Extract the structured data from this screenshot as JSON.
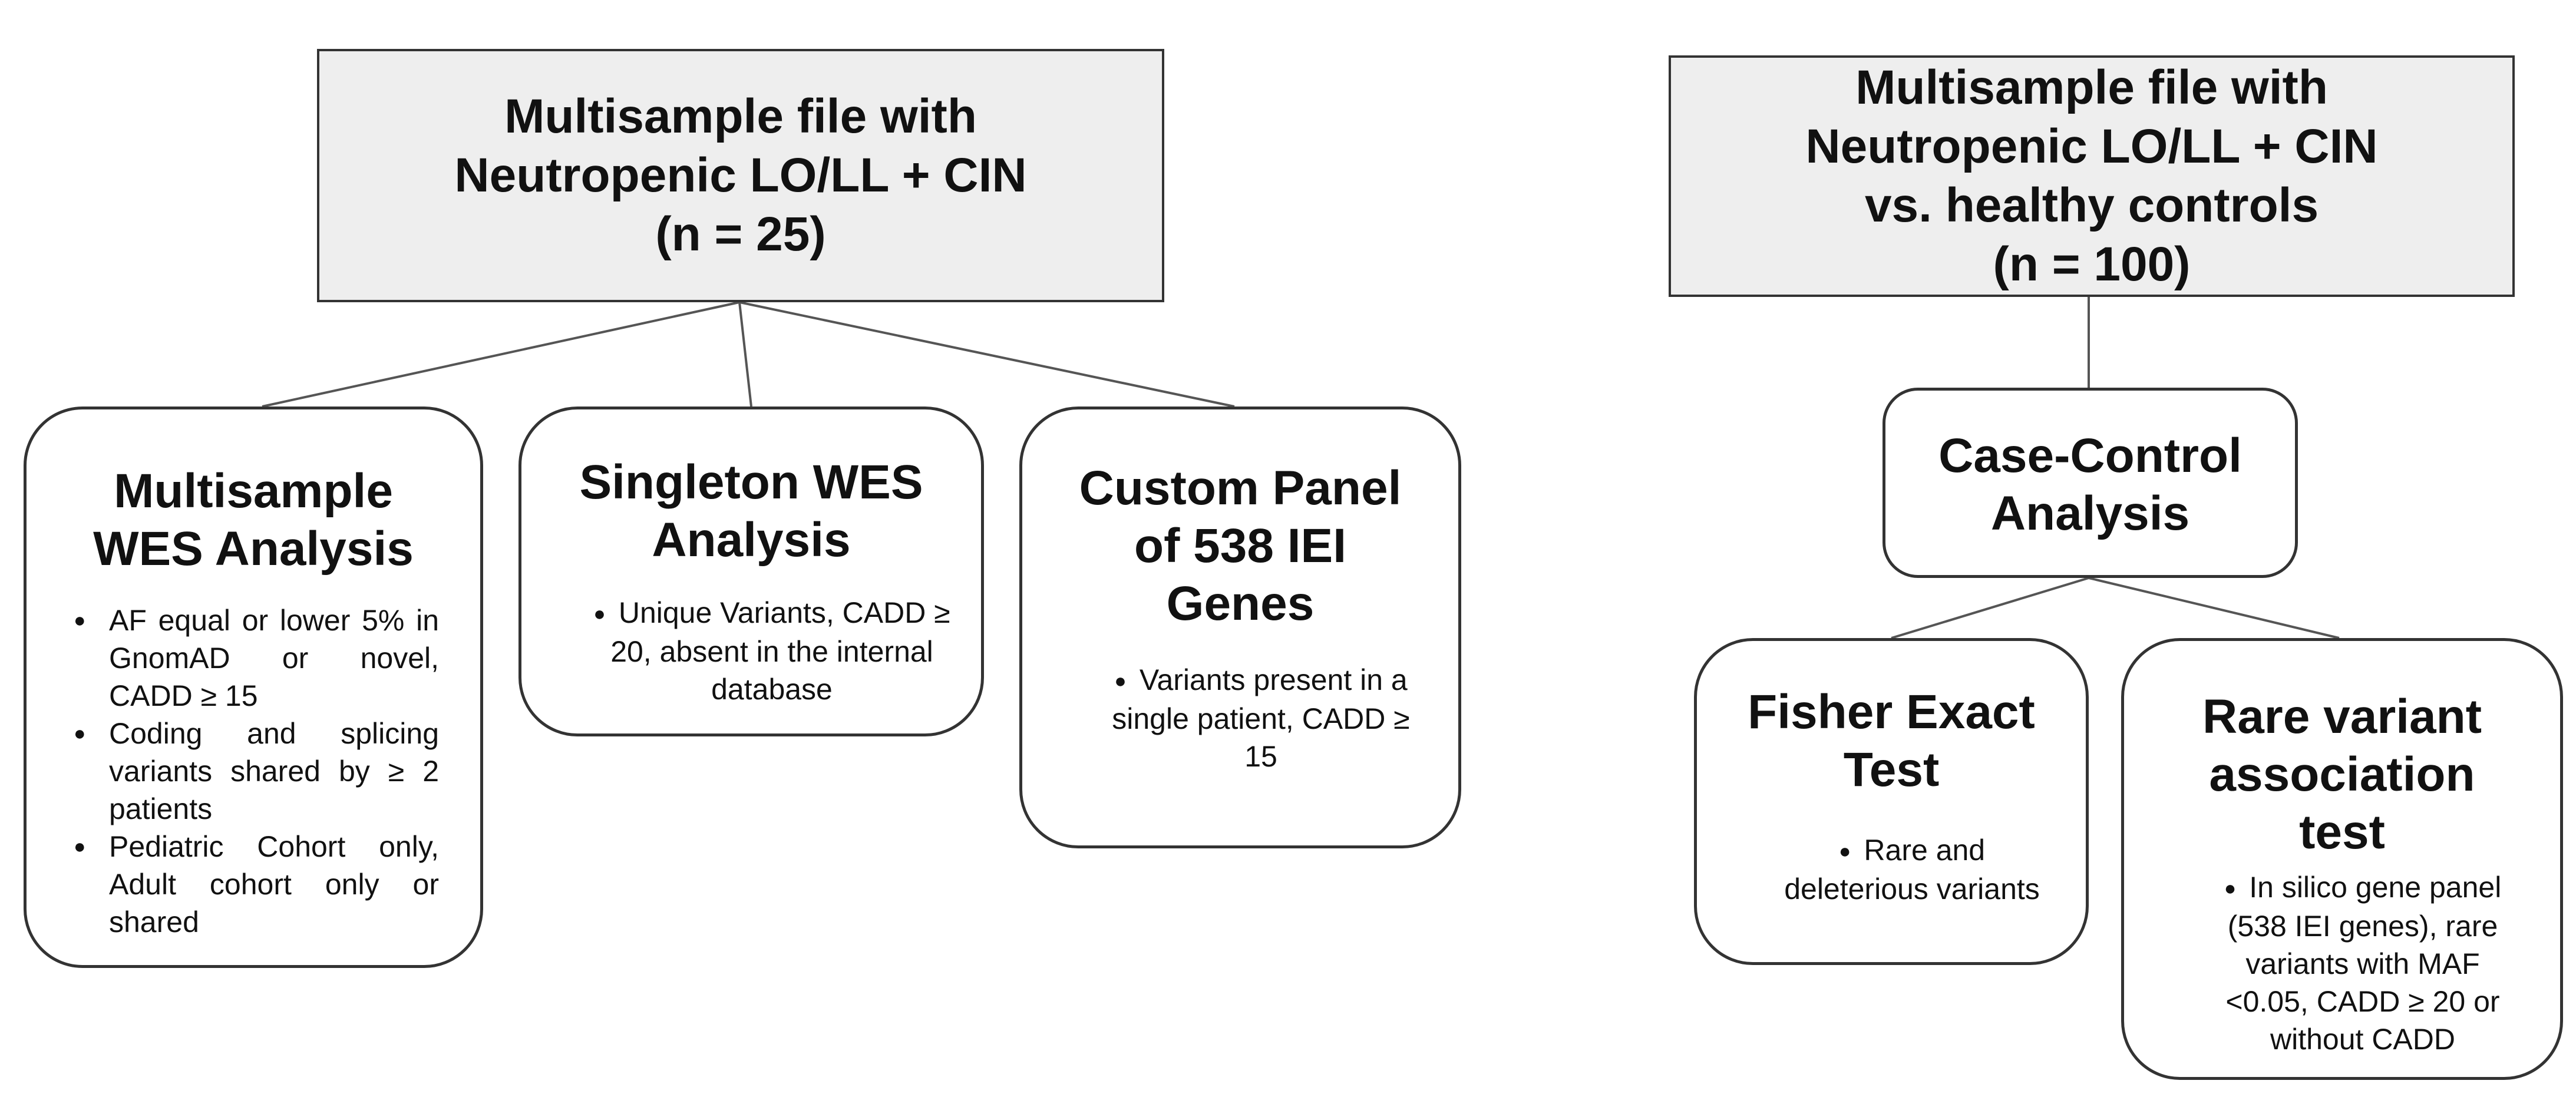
{
  "left_tree": {
    "root": {
      "line1": "Multisample file with",
      "line2": "Neutropenic LO/LL + CIN",
      "line3": "(n = 25)"
    },
    "multisample": {
      "title": "Multisample\nWES Analysis",
      "bullets": [
        "AF equal or lower 5% in GnomAD or novel, CADD ≥ 15",
        "Coding and splicing variants shared by ≥ 2 patients",
        "Pediatric Cohort only, Adult cohort only or shared"
      ]
    },
    "singleton": {
      "title": "Singleton WES\nAnalysis",
      "bullets": [
        "Unique Variants, CADD ≥ 20, absent in the internal database"
      ]
    },
    "custom_panel": {
      "title": "Custom Panel\nof 538 IEI\nGenes",
      "bullets": [
        "Variants present in a single patient, CADD ≥ 15"
      ]
    }
  },
  "right_tree": {
    "root": {
      "line1": "Multisample file with",
      "line2": "Neutropenic LO/LL + CIN",
      "line3": "vs. healthy controls",
      "line4": "(n = 100)"
    },
    "case_control": {
      "title": "Case-Control\nAnalysis"
    },
    "fisher": {
      "title": "Fisher Exact\nTest",
      "bullets": [
        "Rare and deleterious variants"
      ]
    },
    "rare_variant": {
      "title": "Rare variant\nassociation\ntest",
      "bullets": [
        "In silico gene panel (538 IEI genes), rare variants with MAF <0.05, CADD ≥ 20 or without CADD"
      ]
    }
  }
}
